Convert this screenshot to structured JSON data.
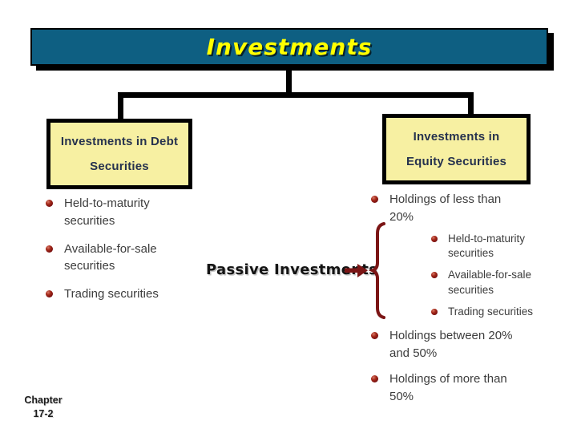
{
  "titlebar": {
    "label": "Investments"
  },
  "debt_box": {
    "line1": "Investments in Debt",
    "line2": "Securities"
  },
  "equity_box": {
    "line1": "Investments in",
    "line2": "Equity Securities"
  },
  "debt_list": {
    "items": [
      "Held-to-maturity securities",
      "Available-for-sale securities",
      "Trading securities"
    ]
  },
  "passive": {
    "label": "Passive Investments"
  },
  "equity_list": {
    "level1_a": "Holdings of less than 20%",
    "sub_items": [
      "Held-to-maturity securities",
      "Available-for-sale securities",
      "Trading securities"
    ],
    "level1_b": "Holdings between 20% and 50%",
    "level1_c": "Holdings of more than 50%"
  },
  "footer": {
    "chapter_label": "Chapter",
    "chapter_number": "17-2"
  },
  "colors": {
    "title_bar_bg": "#0E5F82",
    "title_text": "#FFFF00",
    "node_fill": "#F7F0A2",
    "node_text": "#26324E",
    "bullet_maroon": "#8B1414",
    "accent_maroon": "#7B1515",
    "body_text": "#3D3D3D",
    "connector": "#000000",
    "background": "#FFFFFF"
  }
}
